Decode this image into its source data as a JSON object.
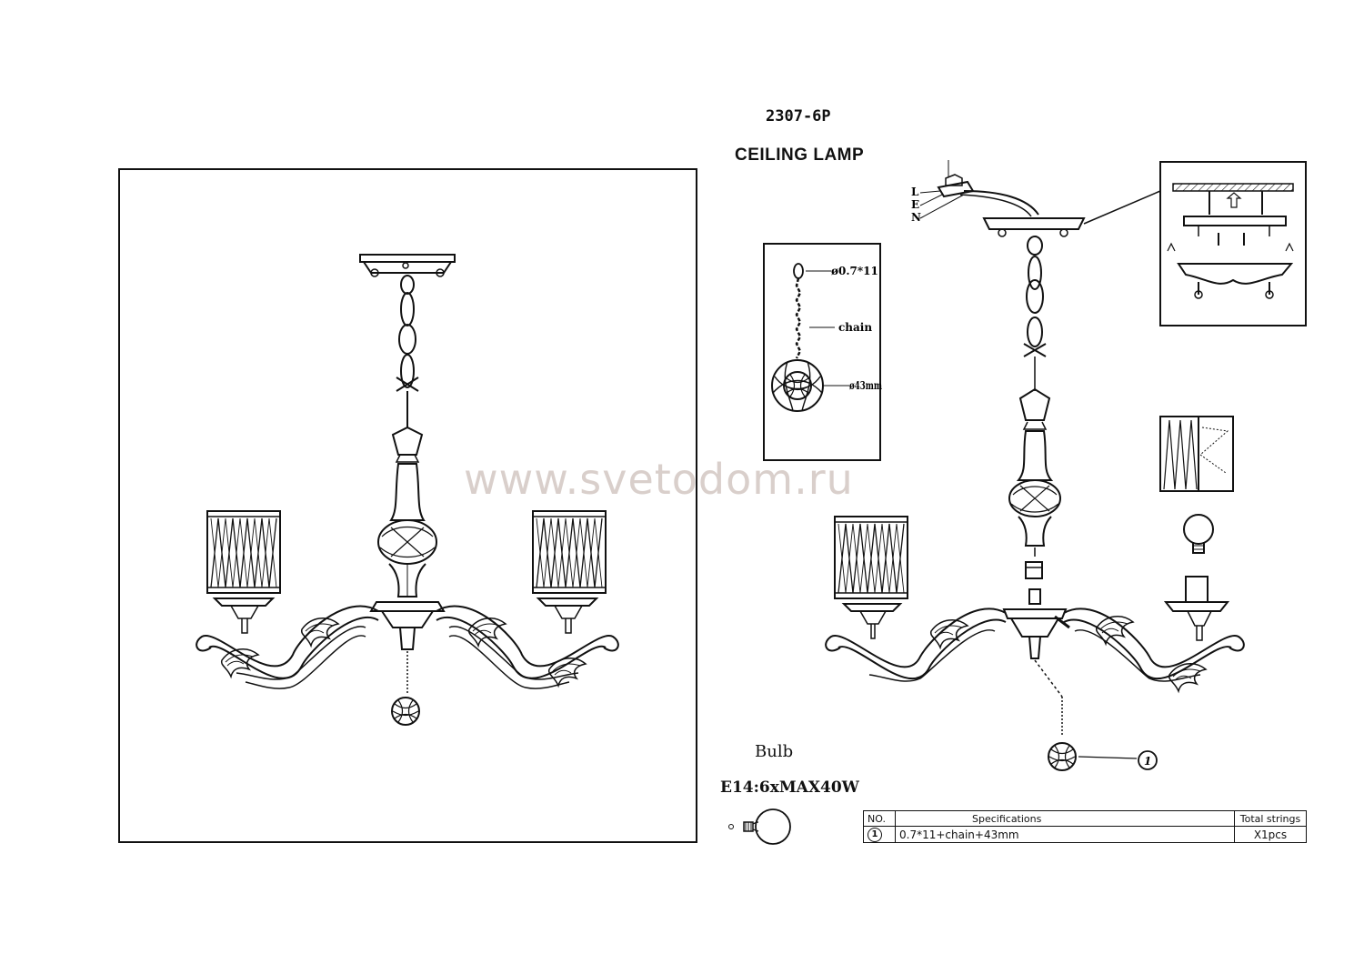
{
  "header": {
    "model": "2307-6P",
    "title": "CEILING LAMP"
  },
  "watermark": "www.svetodom.ru",
  "callout": {
    "d1": "ø0.7*11",
    "chain": "chain",
    "d2": "ø43mm"
  },
  "wiring": {
    "L": "L",
    "E": "E",
    "N": "N"
  },
  "part_marker": "1",
  "bulb": {
    "label": "Bulb",
    "spec": "E14:6xMAX40W"
  },
  "table": {
    "headers": {
      "no": "NO.",
      "spec": "Specifications",
      "total": "Total strings"
    },
    "rows": [
      {
        "no": "1",
        "spec": "0.7*11+chain+43mm",
        "total": "X1pcs"
      }
    ]
  },
  "colors": {
    "line": "#111111",
    "watermark": "#d9cfcb"
  }
}
